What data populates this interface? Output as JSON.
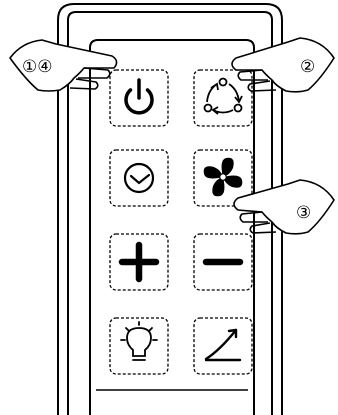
{
  "diagram": {
    "callouts": {
      "left": "①④",
      "top_right": "②",
      "bottom_right": "③"
    },
    "buttons": [
      {
        "icon": "power-icon"
      },
      {
        "icon": "cycle-arrows-icon"
      },
      {
        "icon": "clock-icon"
      },
      {
        "icon": "fan-icon"
      },
      {
        "icon": "plus-icon"
      },
      {
        "icon": "minus-icon"
      },
      {
        "icon": "light-bulb-icon"
      },
      {
        "icon": "curve-arrow-icon"
      }
    ]
  }
}
